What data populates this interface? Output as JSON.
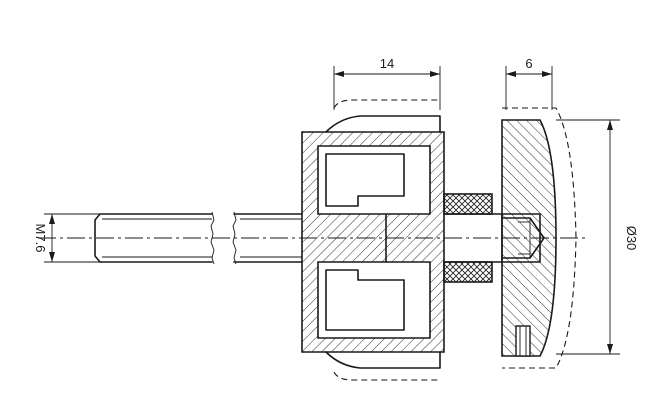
{
  "dimensions": {
    "profile_width": "14",
    "cap_thickness": "6",
    "cap_diameter": "Ø30",
    "thread": "M7.6"
  }
}
